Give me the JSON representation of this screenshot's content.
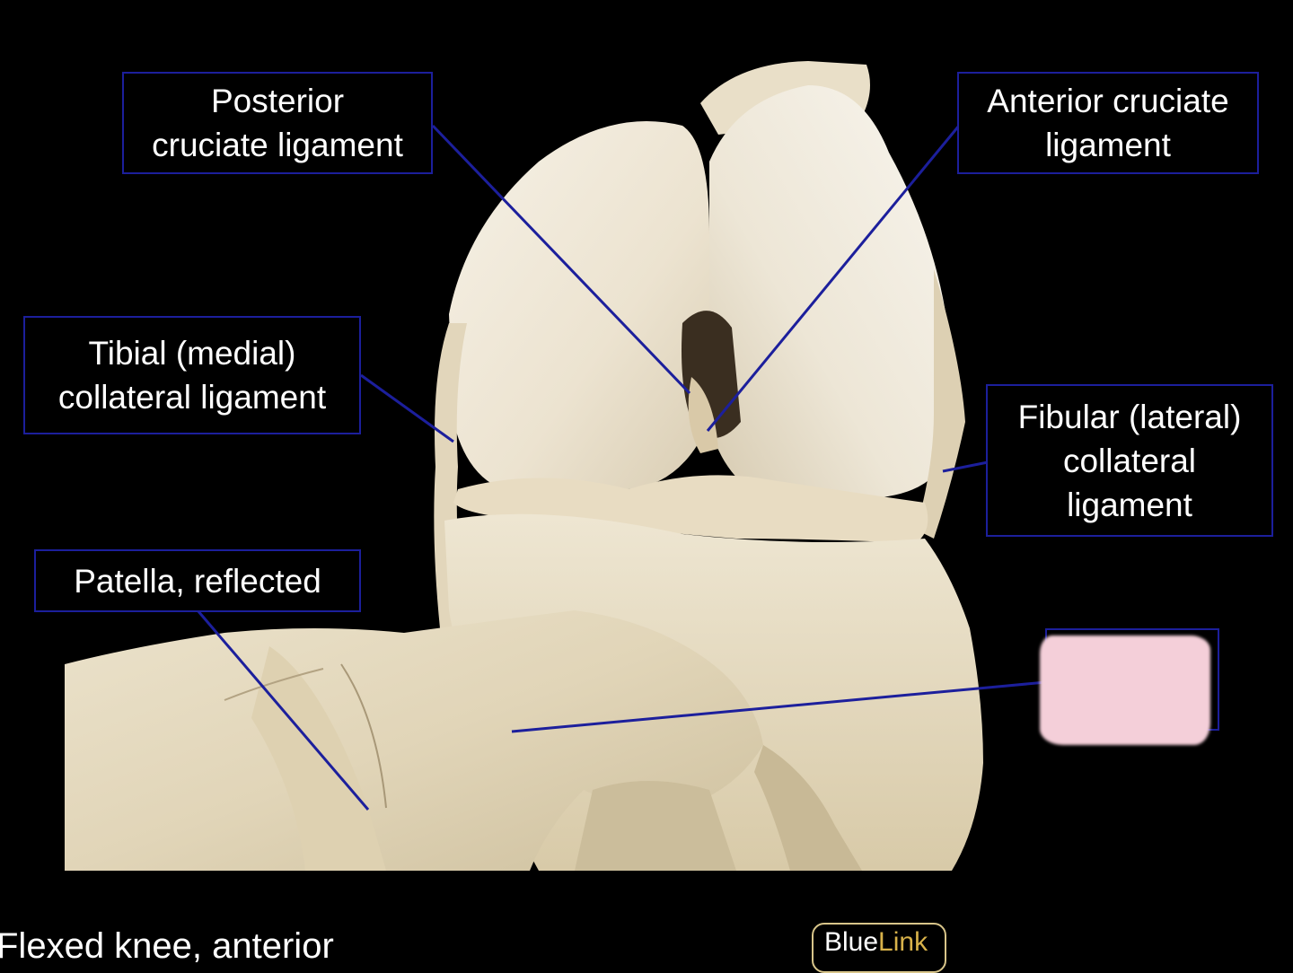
{
  "labels": {
    "pcl": [
      "Posterior",
      "cruciate ligament"
    ],
    "acl": [
      "Anterior cruciate",
      "ligament"
    ],
    "tibial": [
      "Tibial (medial)",
      "collateral ligament"
    ],
    "fibular": [
      "Fibular (lateral)",
      "collateral",
      "ligament"
    ],
    "patella": [
      "Patella, reflected"
    ]
  },
  "caption": "Flexed knee, anterior",
  "logo": {
    "part1": "Blue",
    "part2": "Link"
  },
  "colors": {
    "background": "#000000",
    "leader_line": "#1c1f9c",
    "label_border": "#1c1f9c",
    "bone": "#efe9da",
    "redacted_patch": "#f4cfd9"
  }
}
